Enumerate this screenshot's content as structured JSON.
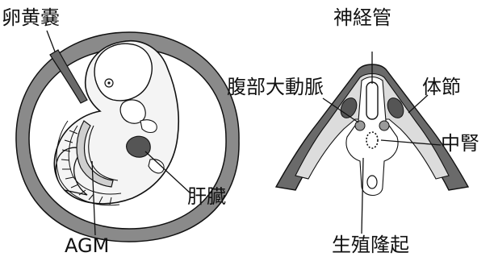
{
  "labels": {
    "yolk_sac": "卵黄嚢",
    "liver": "肝臓",
    "agm": "AGM",
    "neural_tube": "神経管",
    "dorsal_aorta": "腹部大動脈",
    "somite": "体節",
    "mesonephros": "中腎",
    "genital_ridge": "生殖隆起"
  },
  "colors": {
    "line": "#111111",
    "dark_fill": "#5a5a5a",
    "light_fill": "#d9d9d9",
    "embryo_fill": "#ffffff"
  }
}
